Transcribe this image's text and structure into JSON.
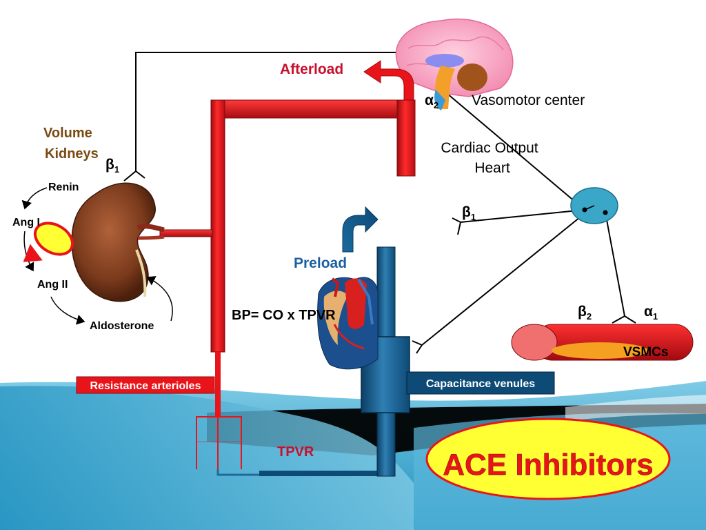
{
  "labels": {
    "afterload": "Afterload",
    "alpha2": "α",
    "alpha2_sub": "2",
    "vasomotor_center": "Vasomotor center",
    "volume": "Volume",
    "kidneys": "Kidneys",
    "beta1_kidney": "β",
    "beta1_kidney_sub": "1",
    "cardiac_output": "Cardiac Output",
    "heart": "Heart",
    "renin": "Renin",
    "ang_i": "Ang I",
    "ang_ii": "Ang II",
    "aldosterone": "Aldosterone",
    "beta1_heart": "β",
    "beta1_heart_sub": "1",
    "preload": "Preload",
    "bp_equation": "BP= CO x TPVR",
    "beta2": "β",
    "beta2_sub": "2",
    "alpha1": "α",
    "alpha1_sub": "1",
    "vsmcs": "VSMCs",
    "resistance_arterioles": "Resistance arterioles",
    "capacitance_venules": "Capacitance venules",
    "tpvr": "TPVR",
    "title": "ACE Inhibitors"
  },
  "colors": {
    "artery_red": "#e8141a",
    "artery_dark": "#9e0c10",
    "vein_blue": "#1f6a9a",
    "vein_dark": "#0b3f66",
    "label_red": "#c8102e",
    "label_brown": "#7a4a12",
    "label_blue": "#1b5fa0",
    "node_cyan": "#3aa6c8",
    "title_fill": "#ffff33",
    "title_text": "#e8141a",
    "sea_light": "#8fd0e8",
    "sea_dark": "#2a9ac2"
  }
}
